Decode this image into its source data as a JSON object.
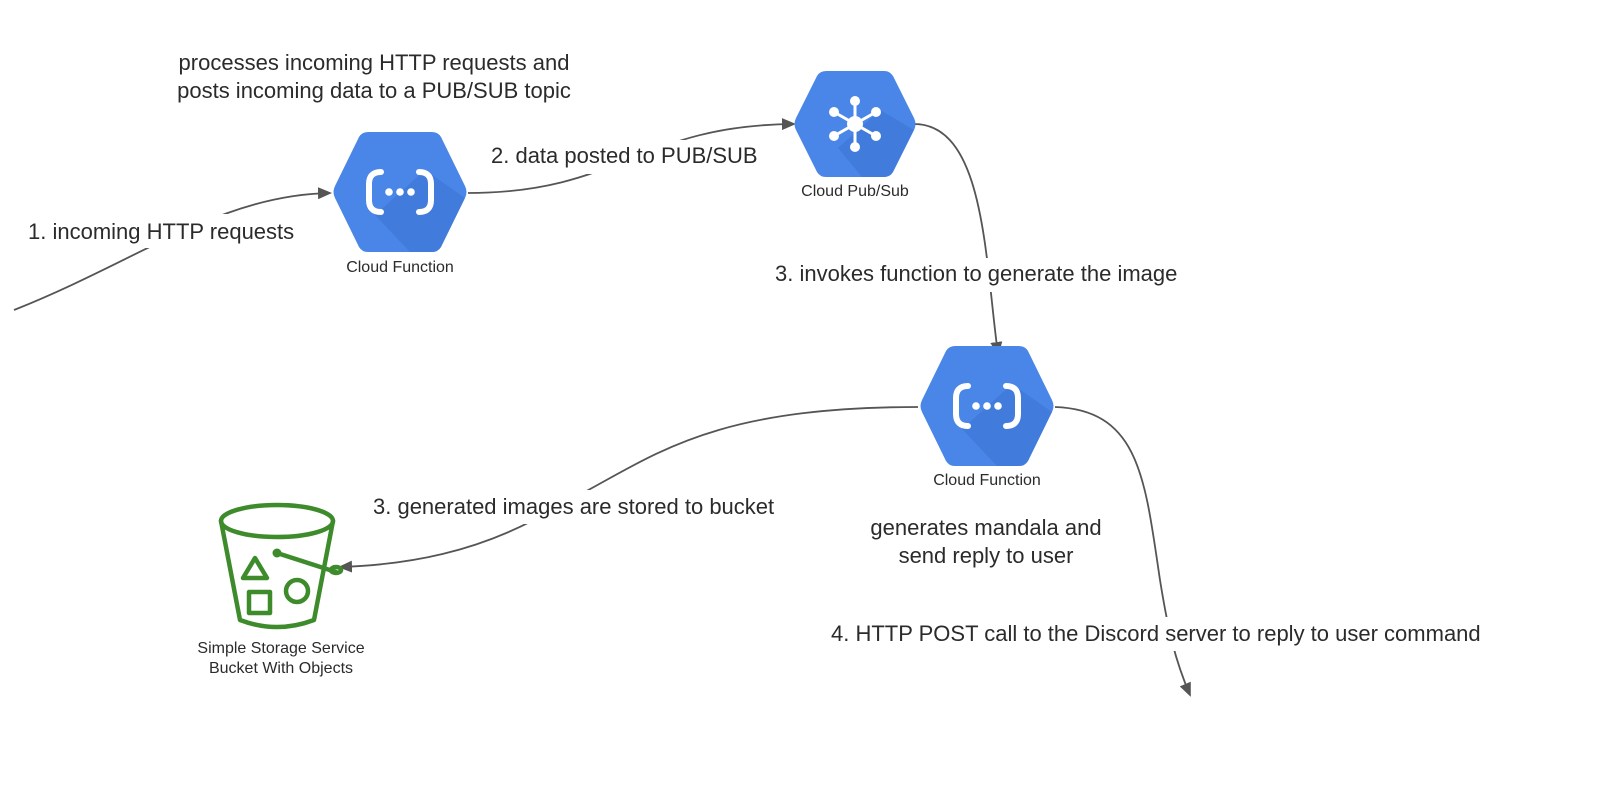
{
  "colors": {
    "gcp_blue": "#4a86e8",
    "gcp_blue_shadow": "#3b73d1",
    "bucket_green": "#3e8b2c",
    "edge": "#555555",
    "text": "#2b2b2b"
  },
  "nodes": {
    "http_function": {
      "icon": "cloud-functions-icon",
      "caption": "Cloud Function"
    },
    "pubsub": {
      "icon": "cloud-pubsub-icon",
      "caption": "Cloud Pub/Sub"
    },
    "mandala_function": {
      "icon": "cloud-functions-icon",
      "caption": "Cloud Function"
    },
    "bucket": {
      "icon": "storage-bucket-icon",
      "caption_line1": "Simple Storage Service",
      "caption_line2": "Bucket With Objects"
    }
  },
  "notes": {
    "http_function_line1": "processes incoming HTTP requests and",
    "http_function_line2": "posts incoming data to a PUB/SUB topic",
    "mandala_function_line1": "generates mandala and",
    "mandala_function_line2": "send reply to user"
  },
  "edges": {
    "incoming": "1. incoming HTTP requests",
    "to_pubsub": "2. data posted to PUB/SUB",
    "invoke": "3. invokes function to generate the image",
    "to_bucket": "3. generated images are stored to bucket",
    "to_discord": "4. HTTP POST call to the Discord server to reply to user command"
  }
}
